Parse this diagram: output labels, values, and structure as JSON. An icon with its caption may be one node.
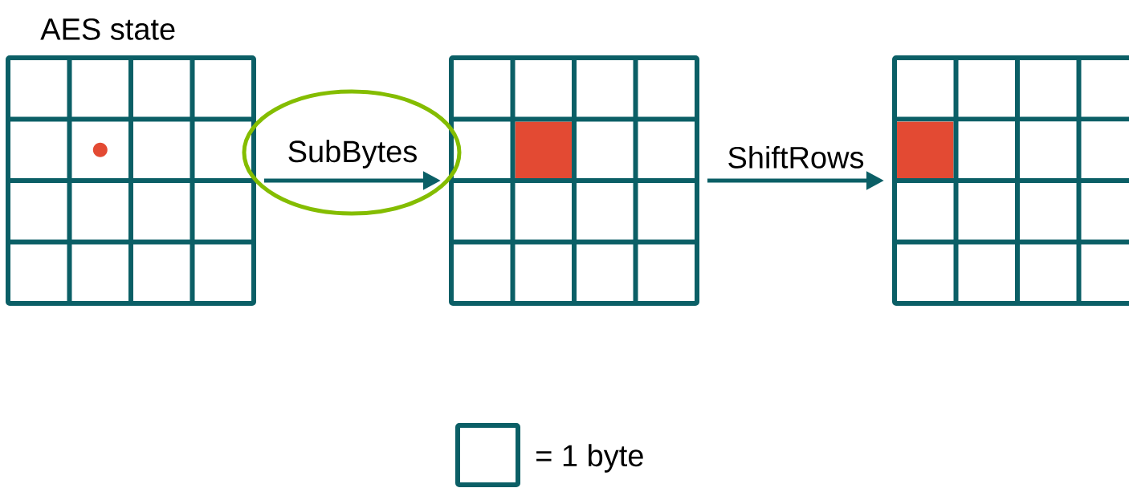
{
  "diagram": {
    "nodes": [
      {
        "text": [
          "AES state"
        ]
      },
      {
        "text": [],
        "shape": "box"
      },
      {
        "text": [],
        "shape": "box"
      }
    ],
    "edges": [
      {
        "from": 0,
        "to": 1,
        "arrow": "to",
        "label": "SubBytes"
      },
      {
        "from": 1,
        "to": 2,
        "arrow": "to",
        "label": "ShiftRows"
      }
    ],
    "legend": [
      {
        "text": "= 1 byte"
      }
    ]
  }
}
